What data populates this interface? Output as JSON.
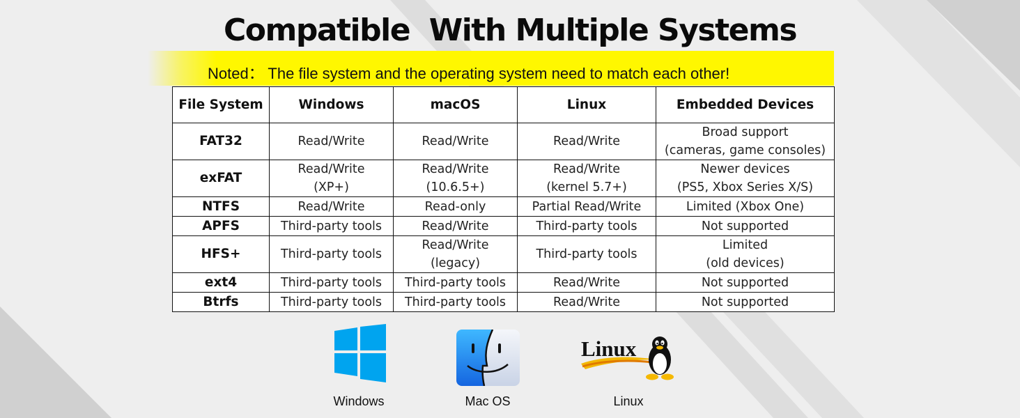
{
  "header": {
    "title": "Compatible  With Multiple Systems",
    "note": "Noted： The file system and the operating system need to match each other!"
  },
  "table": {
    "columns": [
      "File System",
      "Windows",
      "macOS",
      "Linux",
      "Embedded Devices"
    ],
    "rows": [
      {
        "name": "FAT32",
        "windows": [
          "Read/Write"
        ],
        "macos": [
          "Read/Write"
        ],
        "linux": [
          "Read/Write"
        ],
        "embedded": [
          "Broad support",
          "(cameras, game consoles)"
        ]
      },
      {
        "name": "exFAT",
        "windows": [
          "Read/Write",
          "(XP+)"
        ],
        "macos": [
          "Read/Write",
          "(10.6.5+)"
        ],
        "linux": [
          "Read/Write",
          "(kernel 5.7+)"
        ],
        "embedded": [
          "Newer devices",
          "(PS5, Xbox Series X/S)"
        ]
      },
      {
        "name": "NTFS",
        "windows": [
          "Read/Write"
        ],
        "macos": [
          "Read-only"
        ],
        "linux": [
          "Partial Read/Write"
        ],
        "embedded": [
          "Limited (Xbox One)"
        ]
      },
      {
        "name": "APFS",
        "windows": [
          "Third-party tools"
        ],
        "macos": [
          "Read/Write"
        ],
        "linux": [
          "Third-party tools"
        ],
        "embedded": [
          "Not supported"
        ]
      },
      {
        "name": "HFS+",
        "windows": [
          "Third-party tools"
        ],
        "macos": [
          "Read/Write",
          "(legacy)"
        ],
        "linux": [
          "Third-party tools"
        ],
        "embedded": [
          "Limited",
          "(old devices)"
        ]
      },
      {
        "name": "ext4",
        "windows": [
          "Third-party tools"
        ],
        "macos": [
          "Third-party tools"
        ],
        "linux": [
          "Read/Write"
        ],
        "embedded": [
          "Not supported"
        ]
      },
      {
        "name": "Btrfs",
        "windows": [
          "Third-party tools"
        ],
        "macos": [
          "Third-party tools"
        ],
        "linux": [
          "Read/Write"
        ],
        "embedded": [
          "Not supported"
        ]
      }
    ]
  },
  "logos": {
    "windows": {
      "label": "Windows",
      "icon": "windows-logo-icon"
    },
    "macos": {
      "label": "Mac OS",
      "icon": "mac-finder-icon"
    },
    "linux": {
      "label": "Linux",
      "wordmark": "Linux",
      "icon": "linux-tux-icon"
    }
  },
  "colors": {
    "highlight": "#fff700",
    "windows_blue": "#00a4ef",
    "finder_blue": "#1e90ff"
  }
}
